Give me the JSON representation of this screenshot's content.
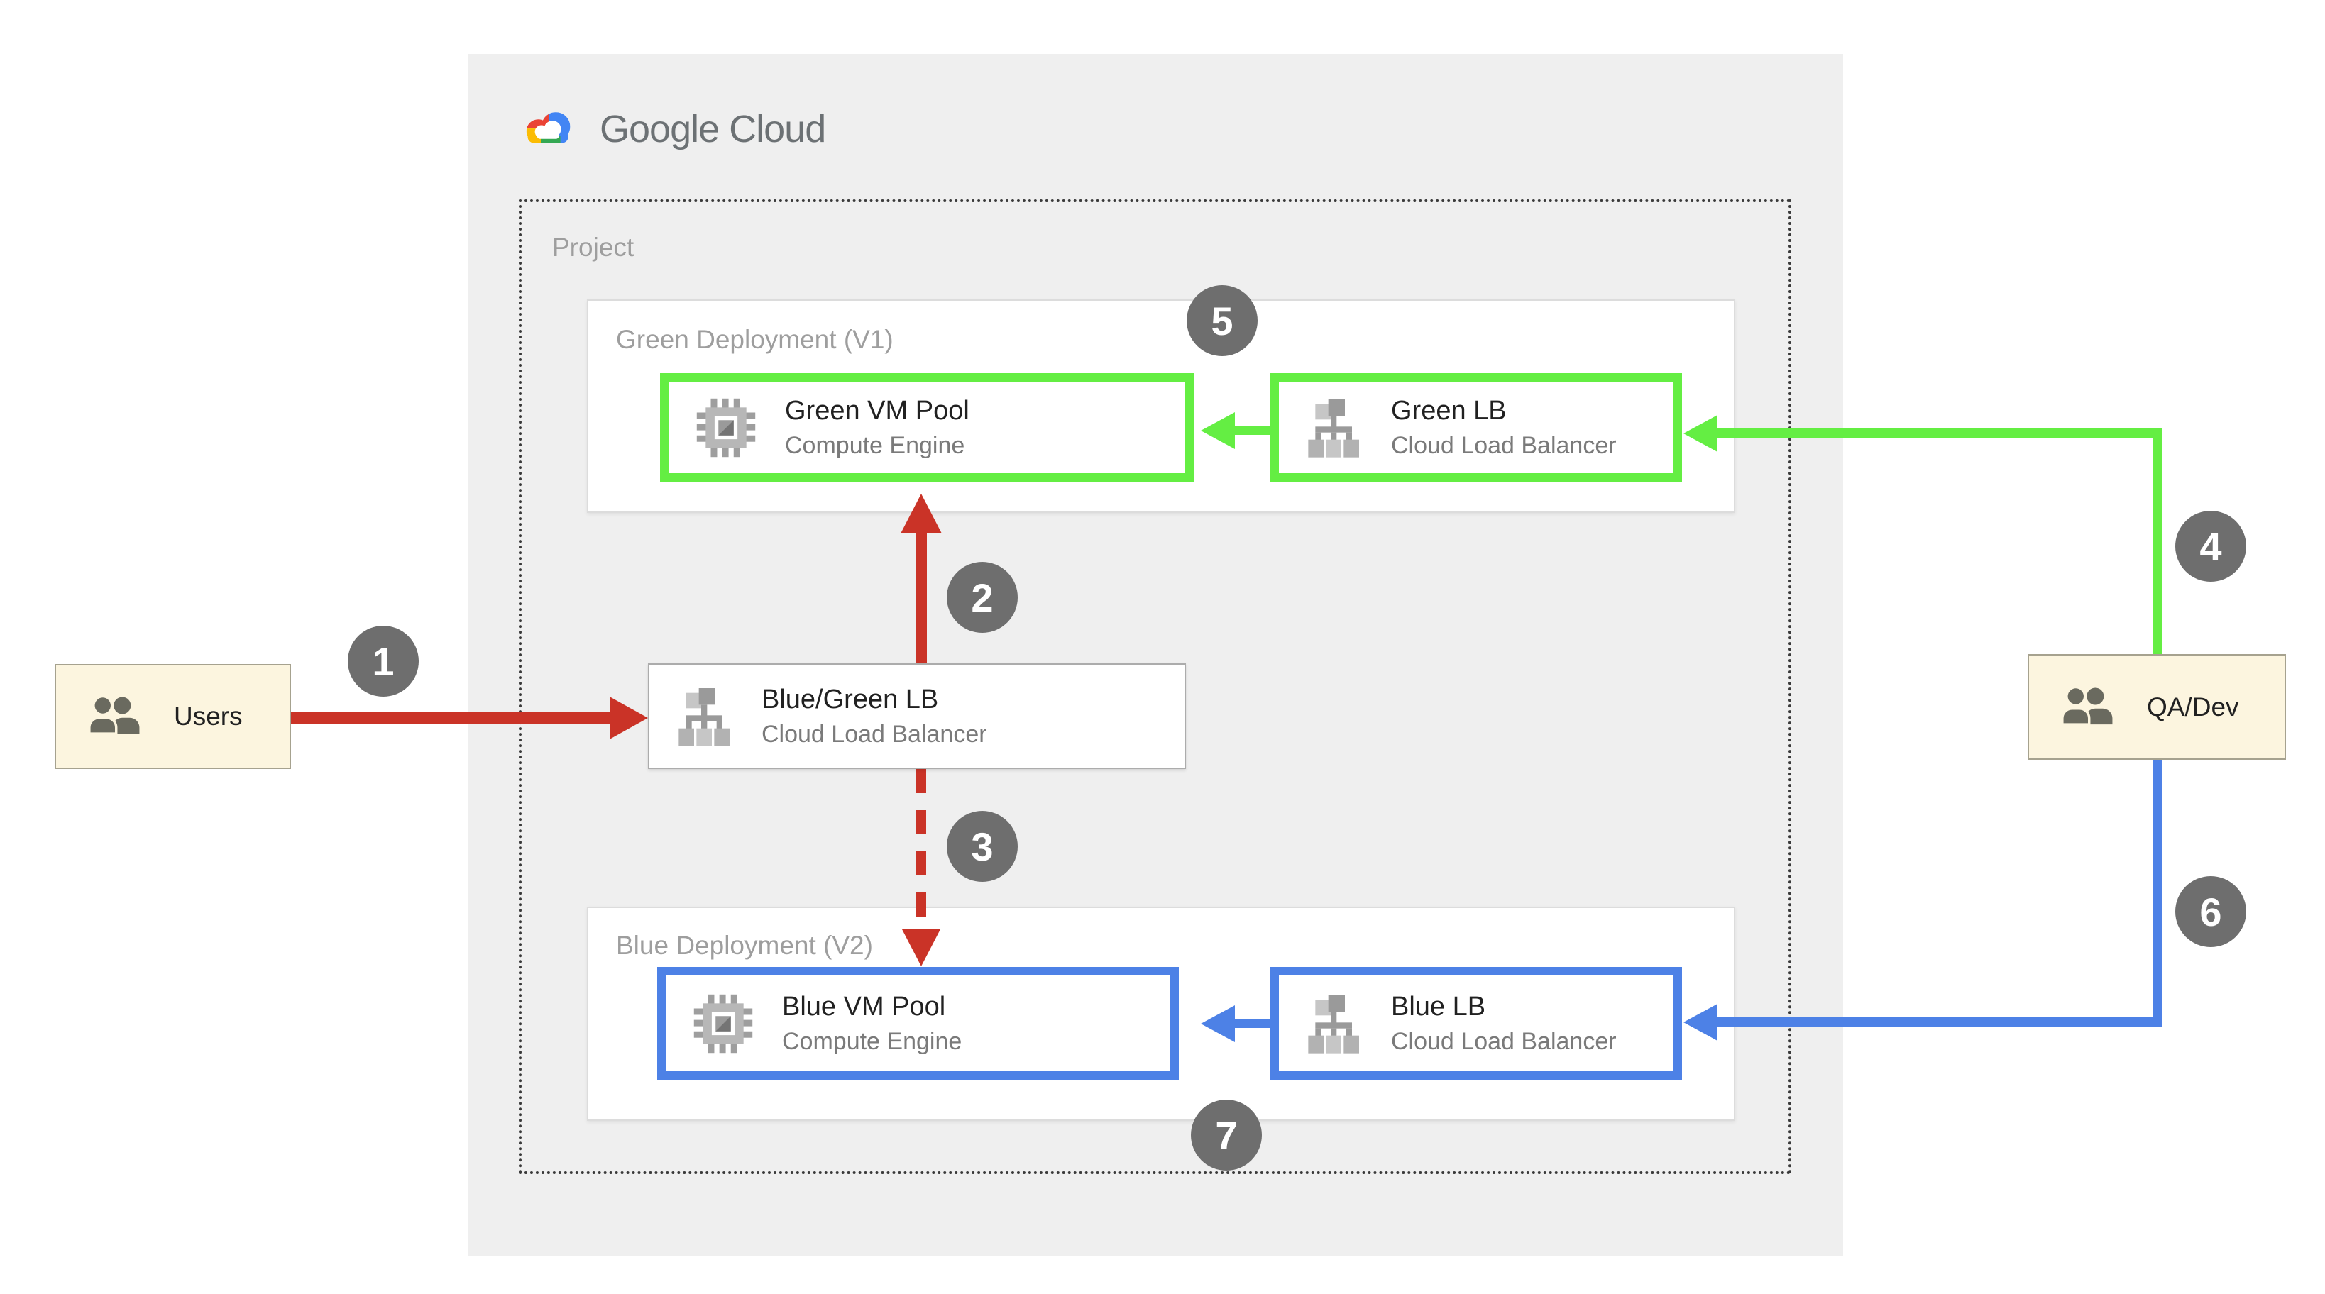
{
  "brand": {
    "name": "Google Cloud"
  },
  "project": {
    "label": "Project"
  },
  "deployments": {
    "green": {
      "label": "Green Deployment (V1)"
    },
    "blue": {
      "label": "Blue Deployment (V2)"
    }
  },
  "nodes": {
    "users": {
      "label": "Users"
    },
    "qa_dev": {
      "label": "QA/Dev"
    },
    "green_vm_pool": {
      "title": "Green VM Pool",
      "subtitle": "Compute Engine"
    },
    "green_lb": {
      "title": "Green LB",
      "subtitle": "Cloud Load Balancer"
    },
    "blue_green_lb": {
      "title": "Blue/Green LB",
      "subtitle": "Cloud Load Balancer"
    },
    "blue_vm_pool": {
      "title": "Blue VM Pool",
      "subtitle": "Compute Engine"
    },
    "blue_lb": {
      "title": "Blue LB",
      "subtitle": "Cloud Load Balancer"
    }
  },
  "steps": {
    "s1": "1",
    "s2": "2",
    "s3": "3",
    "s4": "4",
    "s5": "5",
    "s6": "6",
    "s7": "7"
  },
  "colors": {
    "green_accent": "#64EE43",
    "blue_accent": "#4D81E6",
    "red_accent": "#CA3327",
    "badge_gray": "#6E6E6E",
    "panel_gray": "#EFEFEF",
    "external_box_bg": "#FCF5DF",
    "label_gray": "#9E9E9E",
    "logo_red": "#EA4335",
    "logo_yellow": "#FBBC04",
    "logo_blue": "#4285F4",
    "logo_green": "#34A853"
  }
}
